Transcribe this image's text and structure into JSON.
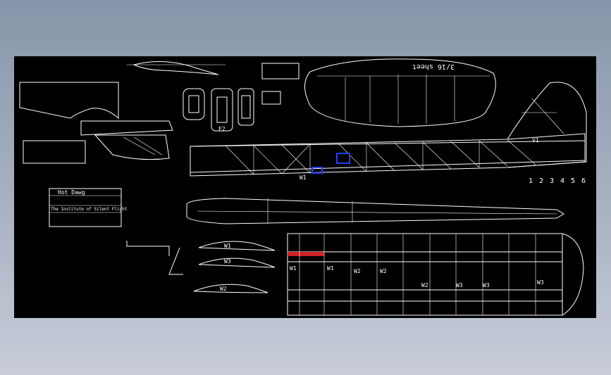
{
  "plan": {
    "title_block": {
      "title": "Hot Dawg",
      "subtitle": "The Institute of Silent Flight"
    },
    "wing_labels": [
      "W1",
      "W1",
      "W2",
      "W2",
      "W2",
      "W3",
      "W3",
      "W3"
    ],
    "airfoil_labels": [
      "W1",
      "W3",
      "W2"
    ],
    "fuselage_labels": {
      "former_f2": "F2",
      "vertical_fin": "V1",
      "former_w1": "W1"
    },
    "sheet_label": "3/16 sheet",
    "section_numbers": [
      "1",
      "2",
      "3",
      "4",
      "5",
      "6"
    ]
  },
  "colors": {
    "background": "#000000",
    "lines": "#ffffff",
    "highlight_blue": "#2a3cff",
    "highlight_red": "#d0202a"
  }
}
